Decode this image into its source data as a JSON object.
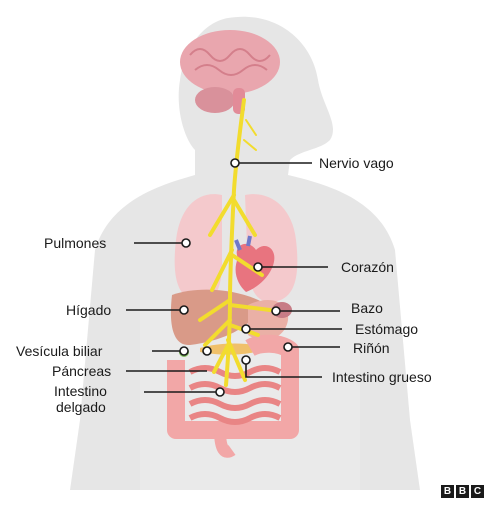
{
  "labels": {
    "vagus": "Nervio vago",
    "lungs": "Pulmones",
    "heart": "Corazón",
    "liver": "Hígado",
    "spleen": "Bazo",
    "stomach": "Estómago",
    "gallbladder": "Vesícula biliar",
    "kidney": "Riñón",
    "pancreas": "Páncreas",
    "large_intestine": "Intestino grueso",
    "small_intestine_1": "Intestino",
    "small_intestine_2": "delgado"
  },
  "logo": {
    "letters": [
      "B",
      "B",
      "C"
    ]
  },
  "colors": {
    "silhouette": "#e6e6e6",
    "brain": "#e9a6ae",
    "lung": "#f4c9cc",
    "heart": "#e8747f",
    "liver": "#d99a88",
    "intestine": "#f2a7a7",
    "nerve": "#f2dc2e"
  }
}
